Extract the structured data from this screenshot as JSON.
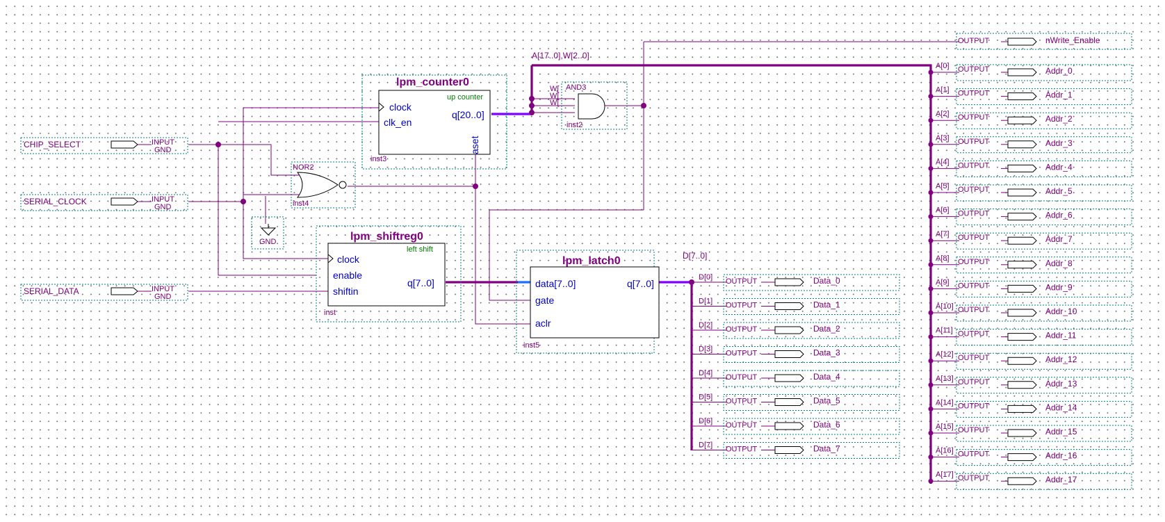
{
  "inputs": [
    {
      "name": "CHIP_SELECT",
      "type": "INPUT",
      "default": "GND"
    },
    {
      "name": "SERIAL_CLOCK",
      "type": "INPUT",
      "default": "GND"
    },
    {
      "name": "SERIAL_DATA",
      "type": "INPUT",
      "default": "GND"
    }
  ],
  "counter": {
    "name": "lpm_counter0",
    "mode": "up counter",
    "instance": "inst3",
    "ports": {
      "clock": "clock",
      "clk_en": "clk_en",
      "q": "q[20..0]",
      "aset": "aset"
    }
  },
  "shiftreg": {
    "name": "lpm_shiftreg0",
    "mode": "left shift",
    "instance": "inst",
    "ports": {
      "clock": "clock",
      "enable": "enable",
      "shiftin": "shiftin",
      "q": "q[7..0]"
    }
  },
  "latch": {
    "name": "lpm_latch0",
    "instance": "inst5",
    "ports": {
      "data": "data[7..0]",
      "gate": "gate",
      "aclr": "aclr",
      "q": "q[7..0]"
    }
  },
  "nor_gate": {
    "type": "NOR2",
    "instance": "inst4"
  },
  "and_gate": {
    "type": "AND3",
    "instance": "inst2",
    "input_labels": [
      "W[",
      "W[",
      "W["
    ]
  },
  "gnd_symbol": {
    "label": "GND"
  },
  "bus_labels": {
    "address_bus": "A[17..0],W[2..0]",
    "data_bus": "D[7..0]"
  },
  "write_output": {
    "type": "OUTPUT",
    "name": "nWrite_Enable"
  },
  "data_outputs": [
    {
      "tap": "D[0]",
      "type": "OUTPUT",
      "name": "Data_0"
    },
    {
      "tap": "D[1]",
      "type": "OUTPUT",
      "name": "Data_1"
    },
    {
      "tap": "D[2]",
      "type": "OUTPUT",
      "name": "Data_2"
    },
    {
      "tap": "D[3]",
      "type": "OUTPUT",
      "name": "Data_3"
    },
    {
      "tap": "D[4]",
      "type": "OUTPUT",
      "name": "Data_4"
    },
    {
      "tap": "D[5]",
      "type": "OUTPUT",
      "name": "Data_5"
    },
    {
      "tap": "D[6]",
      "type": "OUTPUT",
      "name": "Data_6"
    },
    {
      "tap": "D[7]",
      "type": "OUTPUT",
      "name": "Data_7"
    }
  ],
  "address_outputs": [
    {
      "tap": "A[0]",
      "type": "OUTPUT",
      "name": "Addr_0"
    },
    {
      "tap": "A[1]",
      "type": "OUTPUT",
      "name": "Addr_1"
    },
    {
      "tap": "A[2]",
      "type": "OUTPUT",
      "name": "Addr_2"
    },
    {
      "tap": "A[3]",
      "type": "OUTPUT",
      "name": "Addr_3"
    },
    {
      "tap": "A[4]",
      "type": "OUTPUT",
      "name": "Addr_4"
    },
    {
      "tap": "A[5]",
      "type": "OUTPUT",
      "name": "Addr_5"
    },
    {
      "tap": "A[6]",
      "type": "OUTPUT",
      "name": "Addr_6"
    },
    {
      "tap": "A[7]",
      "type": "OUTPUT",
      "name": "Addr_7"
    },
    {
      "tap": "A[8]",
      "type": "OUTPUT",
      "name": "Addr_8"
    },
    {
      "tap": "A[9]",
      "type": "OUTPUT",
      "name": "Addr_9"
    },
    {
      "tap": "A[10]",
      "type": "OUTPUT",
      "name": "Addr_10"
    },
    {
      "tap": "A[11]",
      "type": "OUTPUT",
      "name": "Addr_11"
    },
    {
      "tap": "A[12]",
      "type": "OUTPUT",
      "name": "Addr_12"
    },
    {
      "tap": "A[13]",
      "type": "OUTPUT",
      "name": "Addr_13"
    },
    {
      "tap": "A[14]",
      "type": "OUTPUT",
      "name": "Addr_14"
    },
    {
      "tap": "A[15]",
      "type": "OUTPUT",
      "name": "Addr_15"
    },
    {
      "tap": "A[16]",
      "type": "OUTPUT",
      "name": "Addr_16"
    },
    {
      "tap": "A[17]",
      "type": "OUTPUT",
      "name": "Addr_17"
    }
  ]
}
